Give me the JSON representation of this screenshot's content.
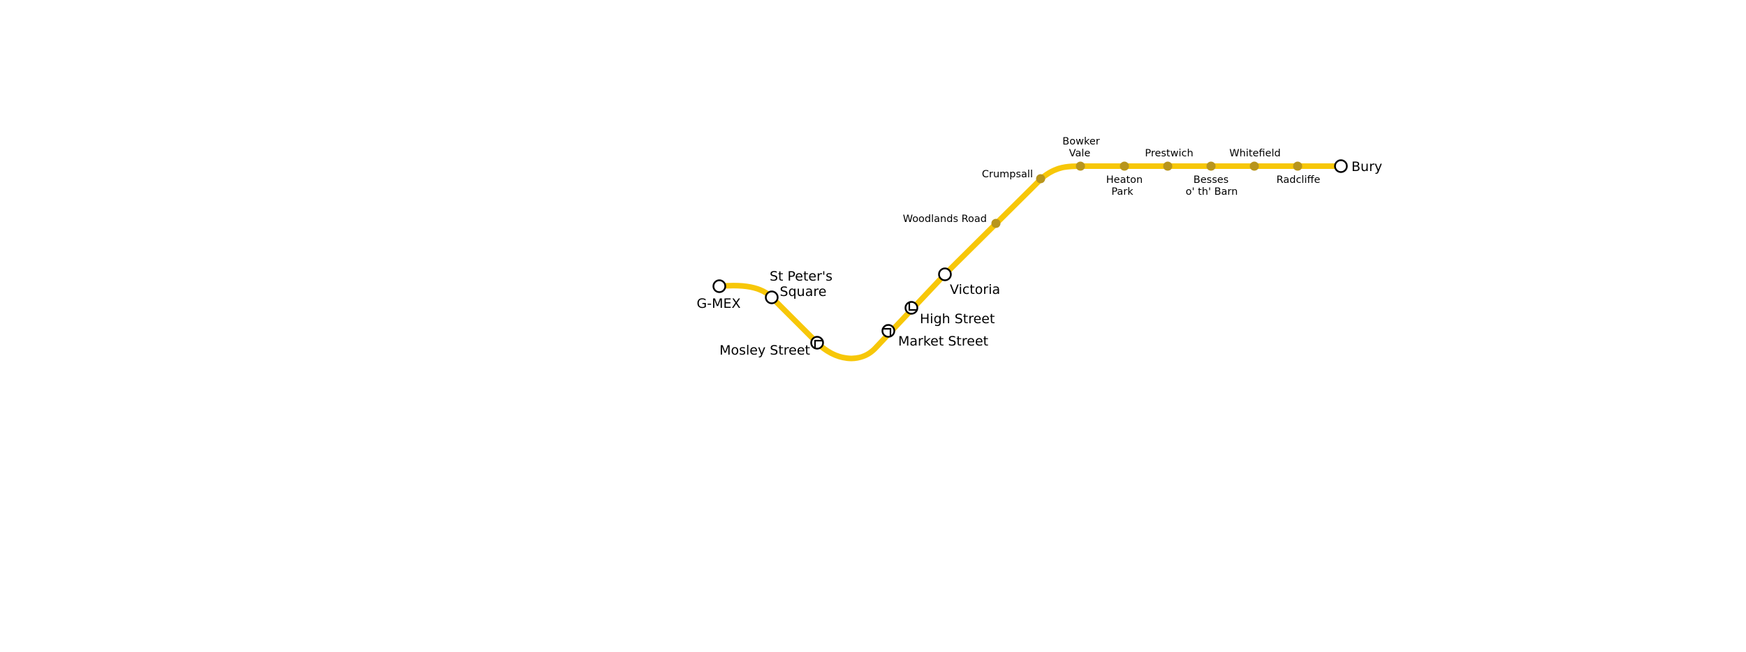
{
  "line": {
    "color": "#f7c708",
    "stop_color": "#b8951c"
  },
  "stations": {
    "gmex": "G-MEX",
    "st_peters_1": "St Peter's",
    "st_peters_2": "Square",
    "mosley_street": "Mosley Street",
    "market_street": "Market Street",
    "high_street": "High Street",
    "victoria": "Victoria",
    "woodlands_road": "Woodlands Road",
    "crumpsall": "Crumpsall",
    "bowker_vale_1": "Bowker",
    "bowker_vale_2": "Vale",
    "heaton_park_1": "Heaton",
    "heaton_park_2": "Park",
    "prestwich": "Prestwich",
    "besses_1": "Besses",
    "besses_2": "o' th' Barn",
    "whitefield": "Whitefield",
    "radcliffe": "Radcliffe",
    "bury": "Bury"
  }
}
